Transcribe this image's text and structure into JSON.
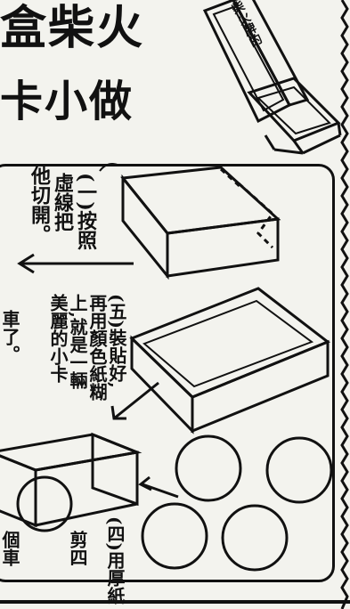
{
  "title": {
    "line1": "盒柴火",
    "line2": "卡小做"
  },
  "matchbox_label": "柴火牌的",
  "steps": {
    "step1": [
      "(一)按照",
      "虛線把",
      "他切開。"
    ],
    "step5": [
      "(五)裝貼好,",
      "再用顏色紙糊",
      "上,就是一輛",
      "美麗的小卡",
      "車了。"
    ],
    "step4": [
      "(四)用厚紙",
      "剪四",
      "個車"
    ]
  },
  "colors": {
    "paper": "#f3f3ee",
    "ink": "#111111"
  },
  "icons": [
    "matchbox-illustration",
    "open-box-illustration",
    "truck-illustration",
    "wheel-circle",
    "arrow"
  ]
}
